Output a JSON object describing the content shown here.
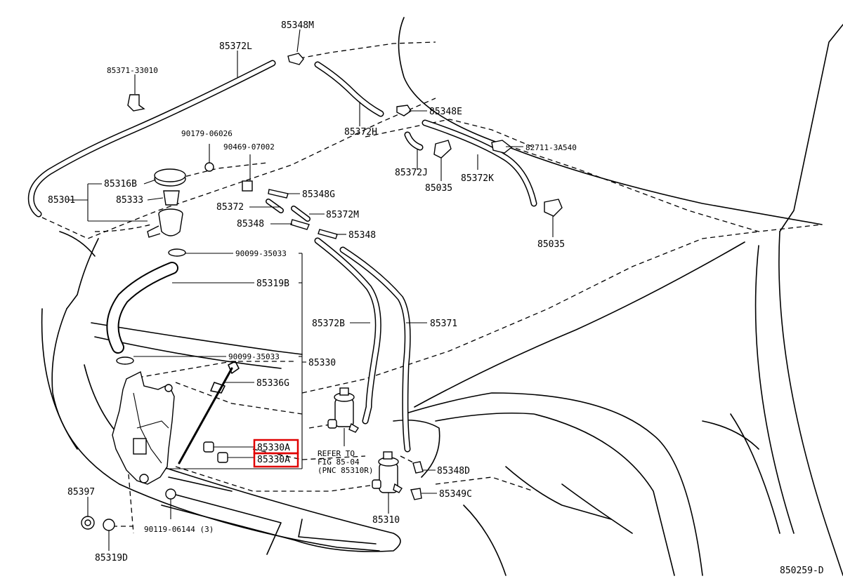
{
  "diagram_id": "850259-D",
  "highlight_color": "#e00000",
  "labels": {
    "p85348M": "85348M",
    "p85372L": "85372L",
    "p85371_33010": "85371-33010",
    "p90179_06026": "90179-06026",
    "p90469_07002": "90469-07002",
    "p85348E": "85348E",
    "p85372H": "85372H",
    "p82711_3A540": "82711-3A540",
    "p85372J": "85372J",
    "p85372K": "85372K",
    "p85035_a": "85035",
    "p85035_b": "85035",
    "p85316B": "85316B",
    "p85333": "85333",
    "p85301": "85301",
    "p85348G": "85348G",
    "p85372": "85372",
    "p85372M": "85372M",
    "p85348_a": "85348",
    "p85348_b": "85348",
    "p90099_35033_a": "90099-35033",
    "p85319B": "85319B",
    "p85372B": "85372B",
    "p85371": "85371",
    "p90099_35033_b": "90099-35033",
    "p85330": "85330",
    "p85336G": "85336G",
    "p85330A_a": "85330A",
    "p85330A_b": "85330A",
    "refer_line1": "REFER TO",
    "refer_line2": "FIG 85-04",
    "refer_line3": "(PNC 85310R)",
    "p85348D": "85348D",
    "p85349C": "85349C",
    "p85310": "85310",
    "p85397": "85397",
    "p90119_06144": "90119-06144 (3)",
    "p85319D": "85319D"
  }
}
